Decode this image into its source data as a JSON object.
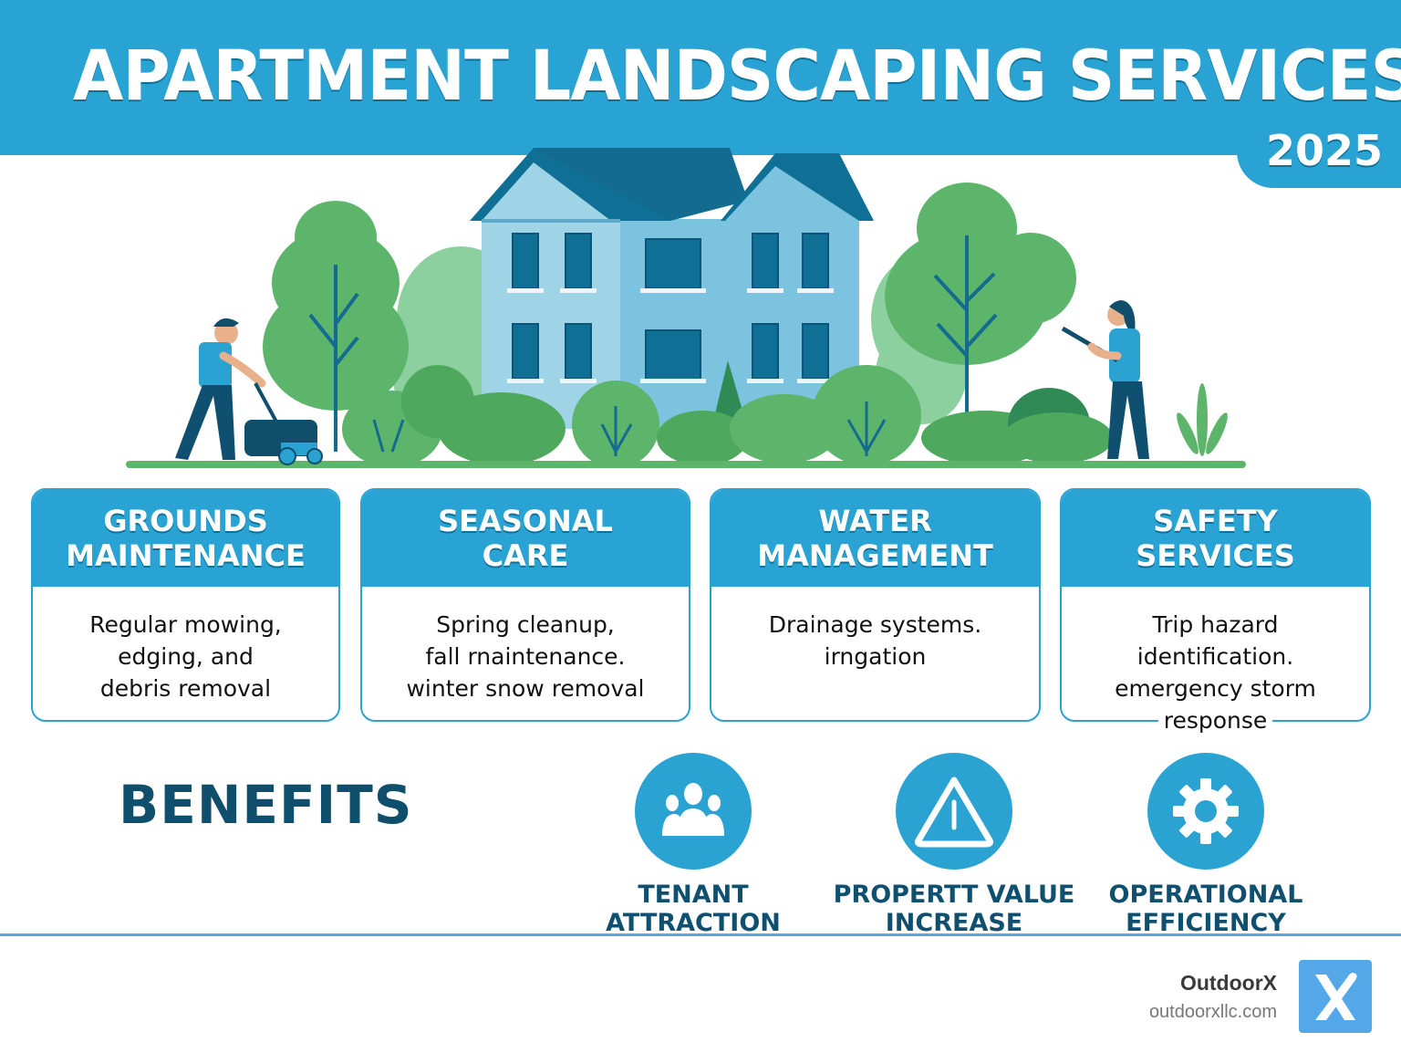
{
  "header": {
    "title": "APARTMENT LANDSCAPING SERVICES",
    "year": "2025"
  },
  "illustration": {
    "description": "Blue apartment building with trees and shrubs; worker mowing lawn on left, worker trimming tree on right"
  },
  "services": [
    {
      "title_line1": "GROUNDS",
      "title_line2": "MAINTENANCE",
      "desc_lines": [
        "Regular mowing,",
        "edging, and",
        "debris removal"
      ]
    },
    {
      "title_line1": "SEASONAL",
      "title_line2": "CARE",
      "desc_lines": [
        "Spring cleanup,",
        "fall rnaintenance.",
        "winter snow removal"
      ]
    },
    {
      "title_line1": "WATER",
      "title_line2": "MANAGEMENT",
      "desc_lines": [
        "Drainage systems.",
        "irngation",
        ""
      ]
    },
    {
      "title_line1": "SAFETY",
      "title_line2": "SERVICES",
      "desc_lines": [
        "Trip hazard",
        "identification.",
        "emergency storm",
        "response"
      ]
    }
  ],
  "benefits": {
    "title": "BENEFITS",
    "items": [
      {
        "icon": "people-icon",
        "line1": "TENANT ATTRACTION",
        "line2": ""
      },
      {
        "icon": "warning-triangle-icon",
        "line1": "PROPERTT VALUE",
        "line2": "INCREASE"
      },
      {
        "icon": "gear-icon",
        "line1": "OPERATIONAL",
        "line2": "EFFICIENCY"
      }
    ]
  },
  "footer": {
    "brand_name": "OutdoorX",
    "brand_url": "outdoorxllc.com",
    "logo_glyph": "X"
  },
  "colors": {
    "primary_blue": "#29a3d3",
    "dark_teal": "#0f4f6b",
    "green": "#5cb56a",
    "logo_blue": "#55a8e8"
  }
}
